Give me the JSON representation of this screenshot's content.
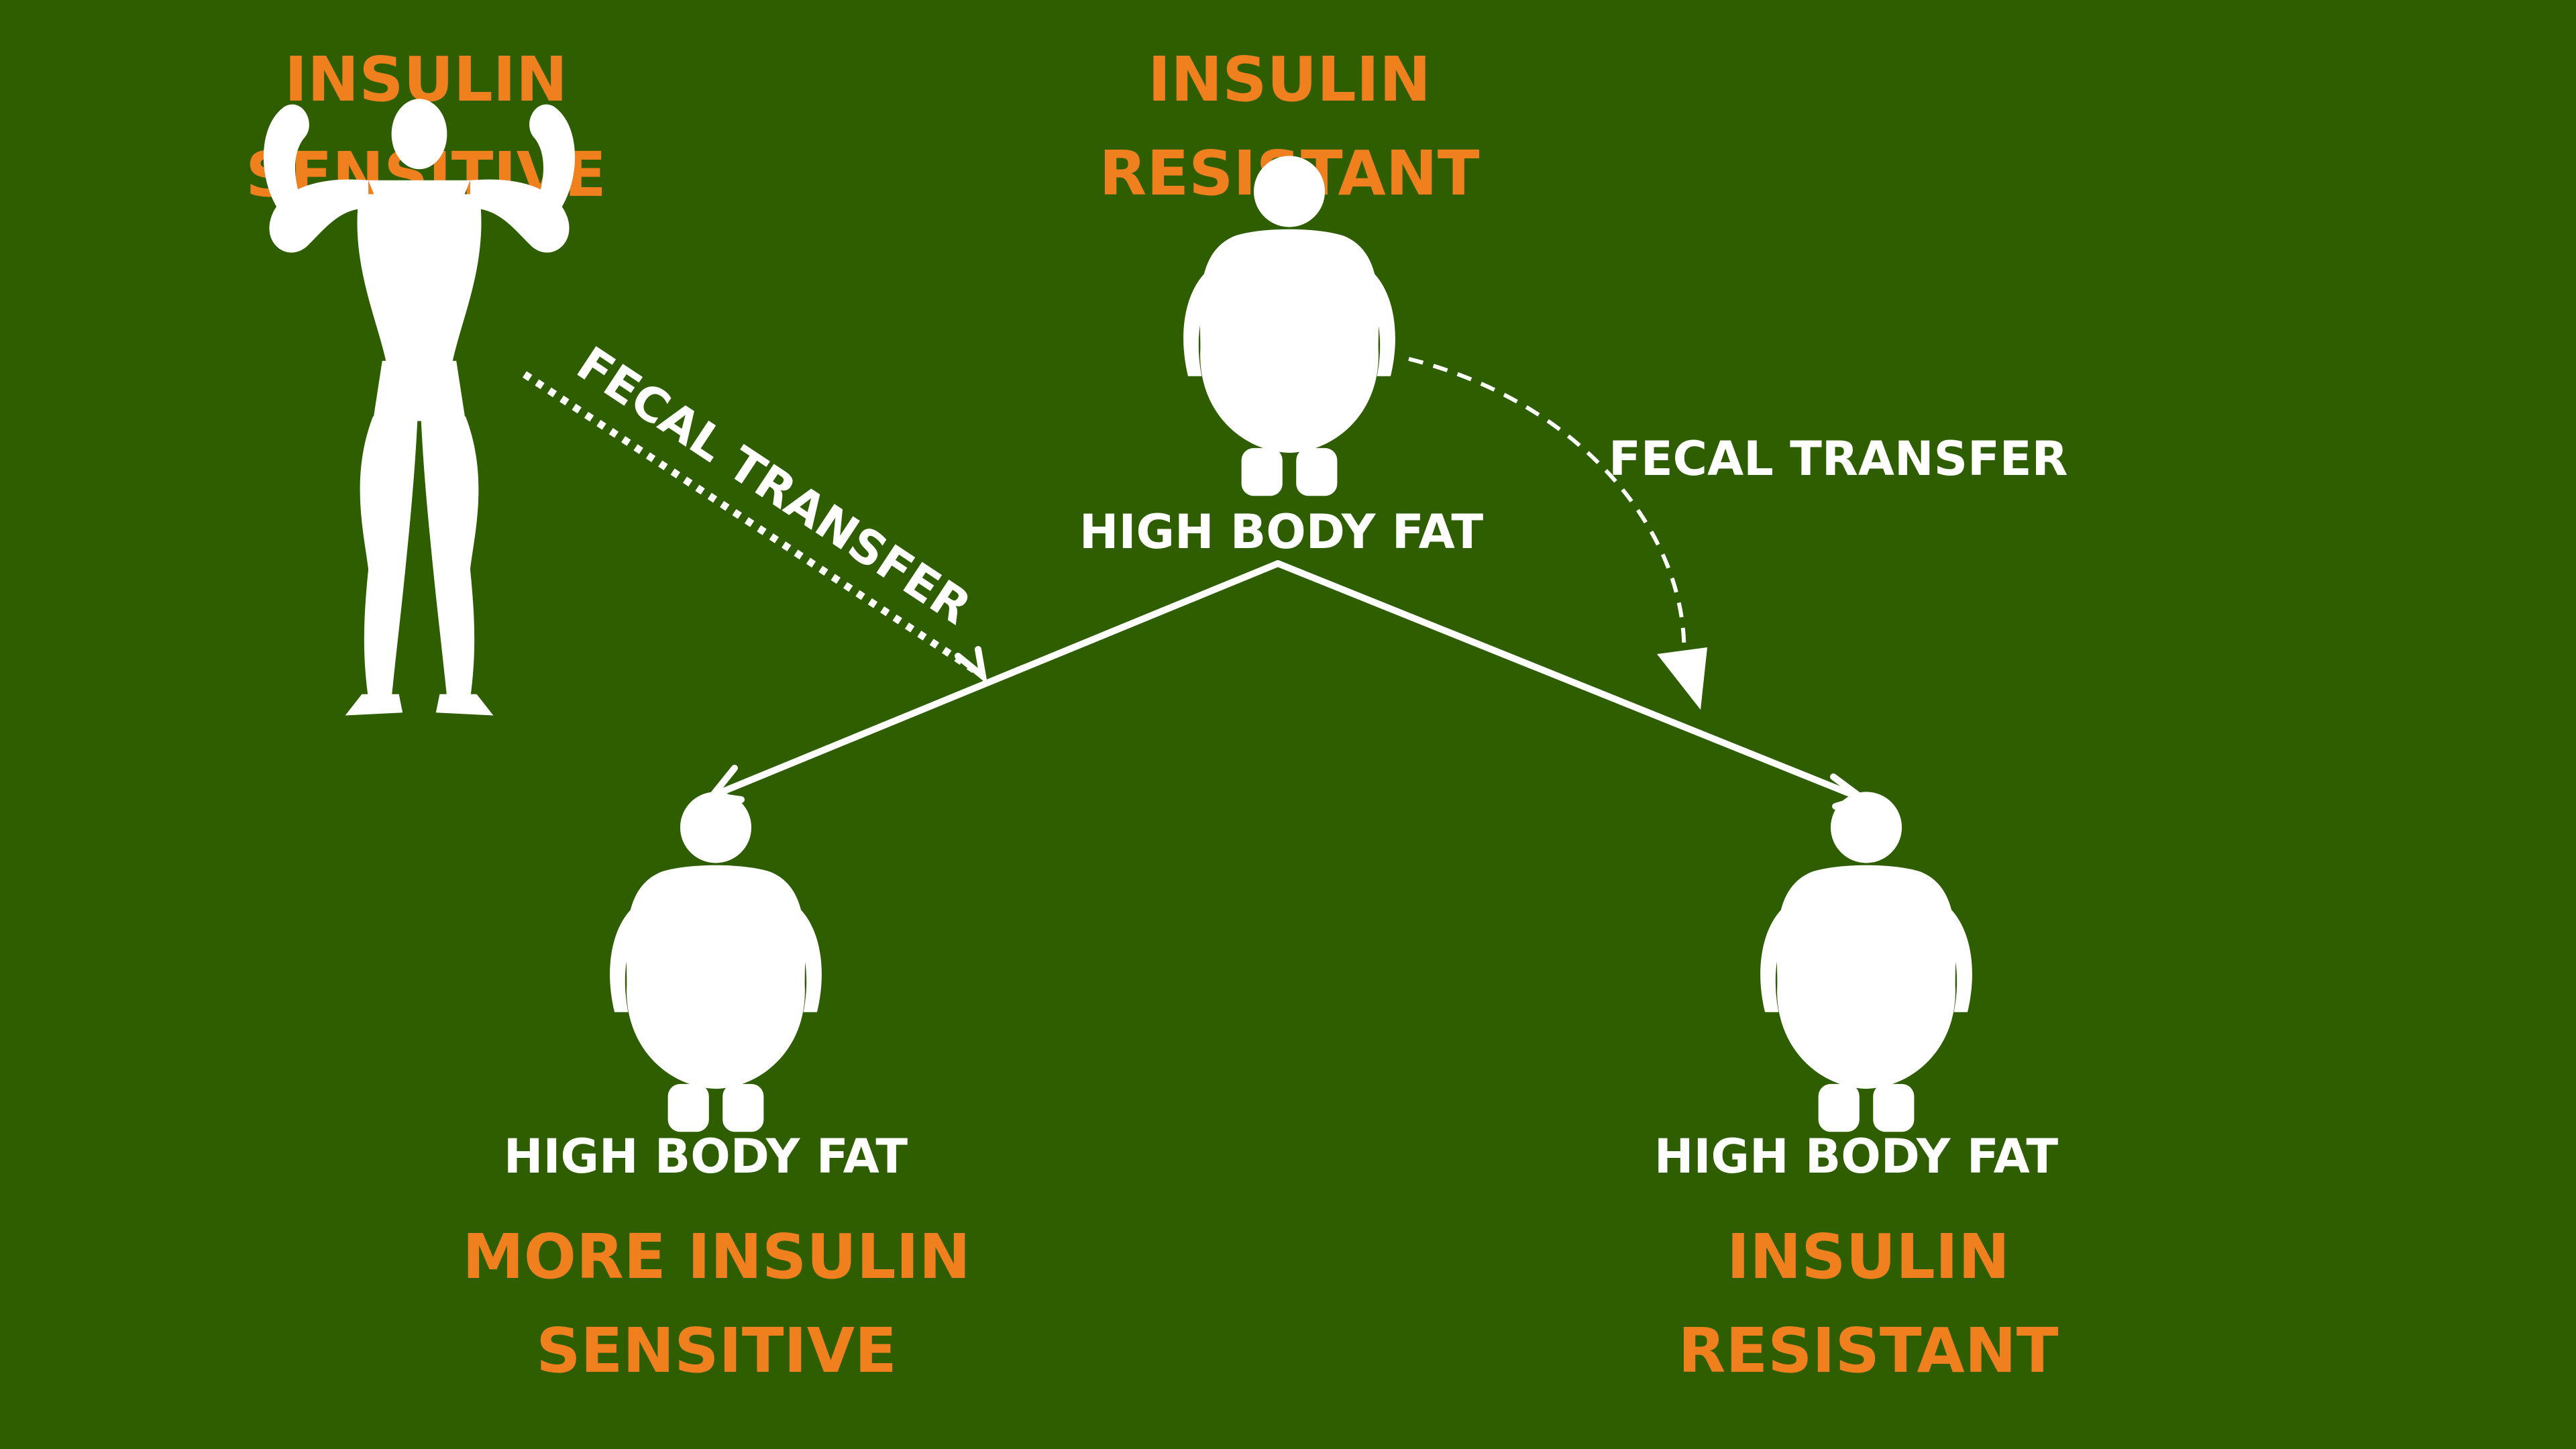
{
  "colors": {
    "background": "#2e5e00",
    "accent": "#f07f1e",
    "figure": "#ffffff"
  },
  "icons": {
    "muscular_person": "bodybuilder-icon",
    "obese_person": "obese-person-icon"
  },
  "top_left": {
    "line1": "INSULIN",
    "line2": "SENSITIVE"
  },
  "top_center": {
    "line1": "INSULIN",
    "line2": "RESISTANT",
    "body_fat": "HIGH BODY FAT"
  },
  "bottom_left": {
    "body_fat": "HIGH BODY FAT",
    "line1": "MORE INSULIN",
    "line2": "SENSITIVE"
  },
  "bottom_right": {
    "body_fat": "HIGH BODY FAT",
    "line1": "INSULIN",
    "line2": "RESISTANT"
  },
  "arrows": {
    "left_transfer": "FECAL TRANSFER",
    "right_transfer": "FECAL TRANSFER"
  }
}
